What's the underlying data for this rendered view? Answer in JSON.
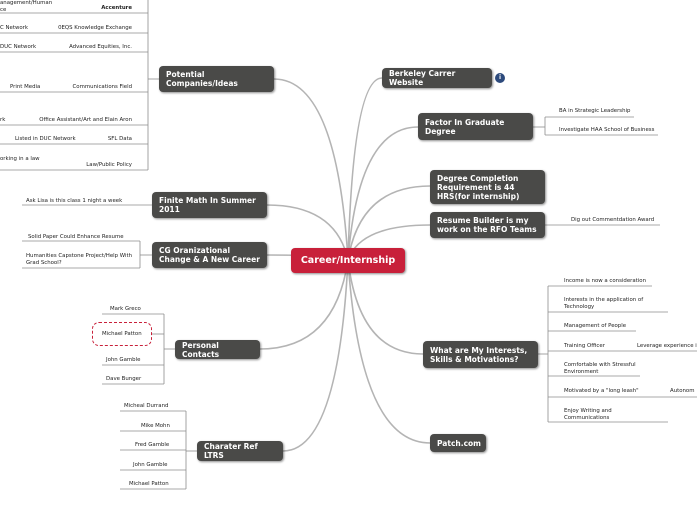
{
  "center": {
    "label": "Career/Internship"
  },
  "topics": {
    "berkeley_website": "Berkeley Carrer Website",
    "factor_grad": "Factor In Graduate Degree",
    "degree_completion": "Degree Completion Requirement is 44 HRS(for internship)",
    "resume_builder": "Resume Builder is my work on the RFO Teams",
    "interests": "What are My Interests, Skills & Motivations?",
    "patch": "Patch.com",
    "potential_companies": "Potential Companies/Ideas",
    "finite_math": "Finite Math In Summer 2011",
    "cg_change": "CG Oranizational Change & A New Career",
    "personal_contacts": "Personal Contacts",
    "charater_ref": "Charater Ref LTRS"
  },
  "factor_grad_items": [
    "BA in Strategic Leadership",
    "Investigate HAA School of Business"
  ],
  "resume_items": [
    "Dig out Commentdation Award"
  ],
  "interests_items": [
    "Income is now a consideration",
    "Interests in the application of Technology",
    "Management of People",
    "Training Officer",
    "Comfortable with Stressful Environment",
    "Motivated by a \"long leash\"",
    "Enjoy Writing and Communications"
  ],
  "interests_subitems": [
    "Leverage experience i",
    "Autonom"
  ],
  "companies_rows": [
    {
      "left": "anagement/Human\nce",
      "right": "Accenture"
    },
    {
      "left": "C Network",
      "right": "0EQS Knowledge Exchange"
    },
    {
      "left": "DUC Network",
      "right": "Advanced Equities, Inc."
    },
    {
      "left": "Print Media",
      "right": "Communications Field"
    },
    {
      "left": "rk",
      "right": "Office Assistant/Art and Elain Aron"
    },
    {
      "left": "Listed in DUC Network",
      "right": "SFL Data"
    },
    {
      "left": "orking in a law",
      "right": "Law/Public Policy"
    }
  ],
  "finite_math_items": [
    "Ask Lisa is this class 1 night a week"
  ],
  "cg_items": [
    "Solid Paper Could Enhance Resume",
    "Humanities Capstone Project/Help With Grad School?"
  ],
  "contacts_items": [
    "Mark Greco",
    "Michael Patton",
    "John Gamble",
    "Dave Bunger"
  ],
  "ref_items": [
    "Micheal Durrand",
    "Mike Mohn",
    "Fred Gamble",
    "John Gamble",
    "Michael Patton"
  ],
  "icons": {
    "info": "info-icon"
  },
  "colors": {
    "topic_fill": "#4a4a48",
    "center_fill": "#c8203a",
    "line": "#b4b4b4",
    "leaf_line": "#8c8c8c",
    "highlight": "#c8203a",
    "icon_fill": "#2d4a7c"
  }
}
